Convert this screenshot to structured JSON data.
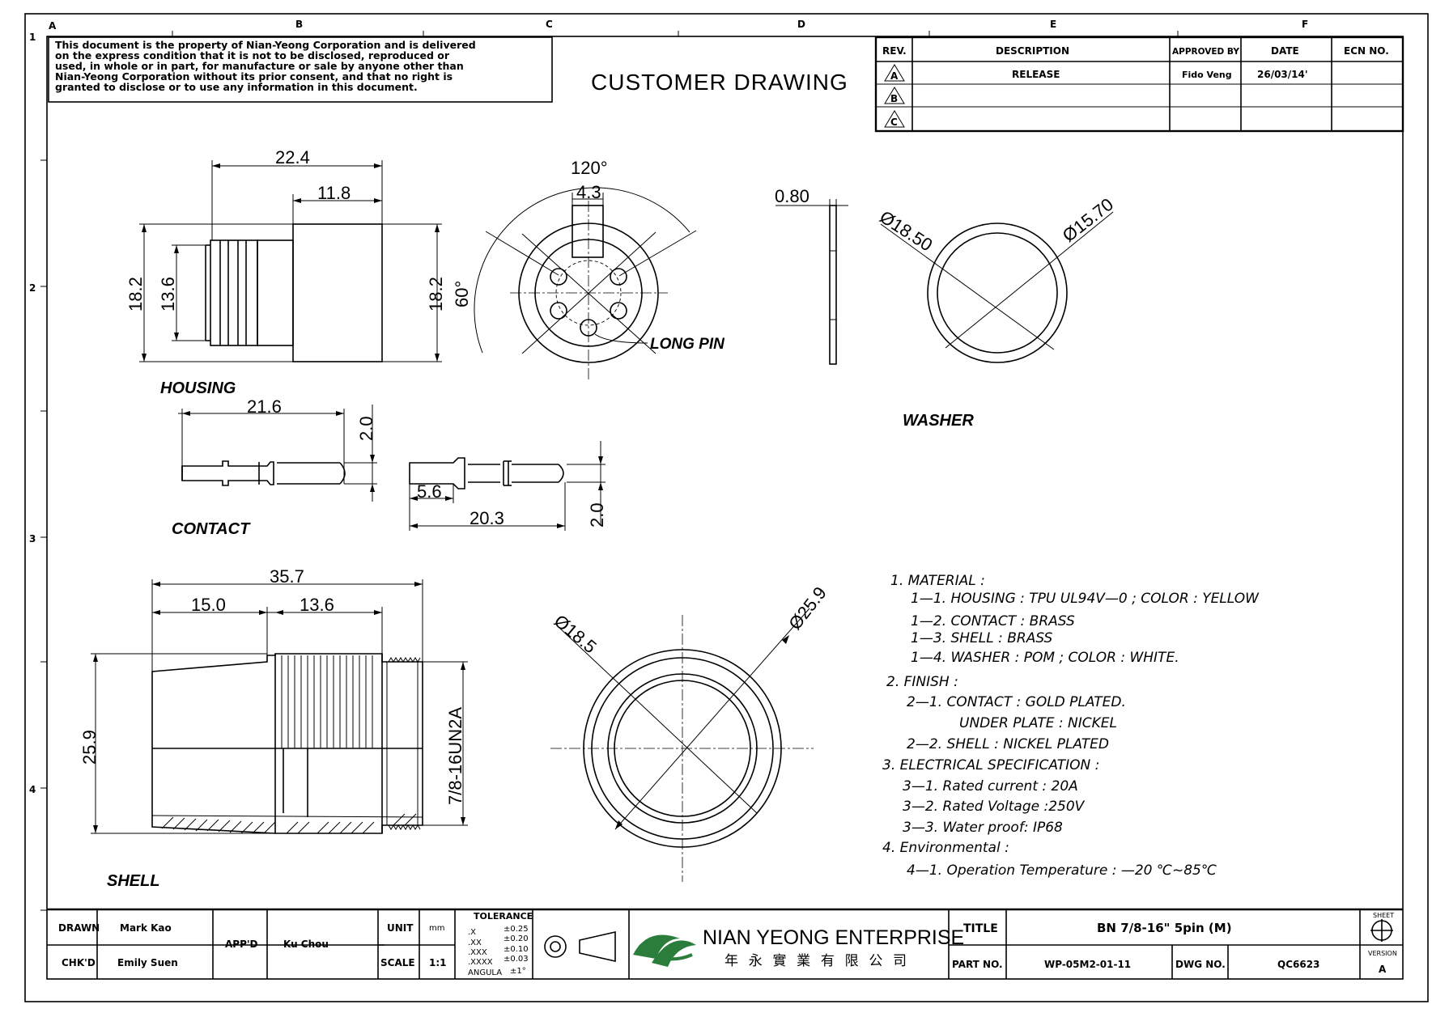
{
  "notice": [
    "This document is the property of Nian-Yeong Corporation and is delivered",
    "on  the  express condition that it is not to be disclosed, reproduced or",
    "used, in whole or in part, for manufacture or sale by anyone other than",
    "Nian-Yeong Corporation without  its prior consent, and that  no right  is",
    "granted to disclose or to use any information in this  document."
  ],
  "title": "CUSTOMER  DRAWING",
  "grid": {
    "columns": [
      "A",
      "B",
      "C",
      "D",
      "E",
      "F"
    ],
    "rows": [
      "1",
      "2",
      "3",
      "4"
    ]
  },
  "revision_table": {
    "headers": [
      "REV.",
      "DESCRIPTION",
      "APPROVED BY",
      "DATE",
      "ECN NO."
    ],
    "rows": [
      {
        "rev": "A",
        "description": "RELEASE",
        "approved_by": "Fido Veng",
        "date": "26/03/14'",
        "ecn": ""
      },
      {
        "rev": "B",
        "description": "",
        "approved_by": "",
        "date": "",
        "ecn": ""
      },
      {
        "rev": "C",
        "description": "",
        "approved_by": "",
        "date": "",
        "ecn": ""
      }
    ]
  },
  "views": {
    "housing": {
      "label": "HOUSING",
      "dims": {
        "overall_length": "22.4",
        "body_length": "11.8",
        "left_height": "18.2",
        "inner_height": "13.6",
        "right_height": "18.2"
      }
    },
    "face": {
      "dims": {
        "arc_angle": "120°",
        "key_width": "4.3",
        "side_angle": "60°"
      },
      "callout": "LONG PIN"
    },
    "washer_side": {
      "dims": {
        "thickness": "0.80"
      }
    },
    "washer": {
      "label": "WASHER",
      "dims": {
        "outer_dia": "Ø18.50",
        "inner_dia": "Ø15.70"
      }
    },
    "contact": {
      "label": "CONTACT",
      "dims": {
        "long_length": "21.6",
        "long_dia": "2.0",
        "short_tip": "5.6",
        "short_length": "20.3",
        "short_dia": "2.0"
      }
    },
    "shell": {
      "label": "SHELL",
      "dims": {
        "overall_length": "35.7",
        "left_length": "15.0",
        "knurl_length": "13.6",
        "height": "25.9",
        "thread": "7/8-16UN2A"
      }
    },
    "shell_front": {
      "dims": {
        "inner_dia": "Ø18.5",
        "outer_dia": "Ø25.9"
      }
    }
  },
  "notes": [
    "1.  MATERIAL :",
    "1—1.  HOUSING  :  TPU  UL94V—0  ;  COLOR  :  YELLOW",
    "1—2.  CONTACT  :  BRASS",
    "1—3.  SHELL  :  BRASS",
    "1—4.  WASHER  :  POM  ;  COLOR  :  WHITE.",
    "2.  FINISH  :",
    "2—1.  CONTACT  :  GOLD  PLATED.",
    "UNDER  PLATE  :  NICKEL",
    "2—2.  SHELL  :  NICKEL  PLATED",
    "3.  ELECTRICAL  SPECIFICATION  :",
    "3—1.  Rated  current  :  20A",
    "3—2.  Rated  Voltage  :250V",
    "3—3.  Water  proof:  IP68",
    "4.  Environmental  :",
    "4—1.  Operation  Temperature  :  —20  ℃~85℃"
  ],
  "title_block": {
    "drawn_label": "DRAWN",
    "drawn": "Mark Kao",
    "chkd_label": "CHK'D",
    "chkd": "Emily Suen",
    "appd_label": "APP'D",
    "appd": "Ku Chou",
    "unit_label": "UNIT",
    "unit": "mm",
    "scale_label": "SCALE",
    "scale": "1:1",
    "tolerance": {
      "label": "TOLERANCE",
      "rows": [
        [
          ".X",
          "±0.25"
        ],
        [
          ".XX",
          "±0.20"
        ],
        [
          ".XXX",
          "±0.10"
        ],
        [
          ".XXXX",
          "±0.03"
        ],
        [
          "ANGULA",
          "±1°"
        ]
      ]
    },
    "company": "NIAN YEONG ENTERPRISE",
    "company_cn": "年 永 實 業 有 限 公 司",
    "title_label": "TITLE",
    "title": "BN 7/8-16\" 5pin (M)",
    "part_no_label": "PART NO.",
    "part_no": "WP-05M2-01-11",
    "dwg_no_label": "DWG NO.",
    "dwg_no": "QC6623",
    "sheet_label": "SHEET",
    "version_label": "VERSION",
    "version": "A"
  }
}
